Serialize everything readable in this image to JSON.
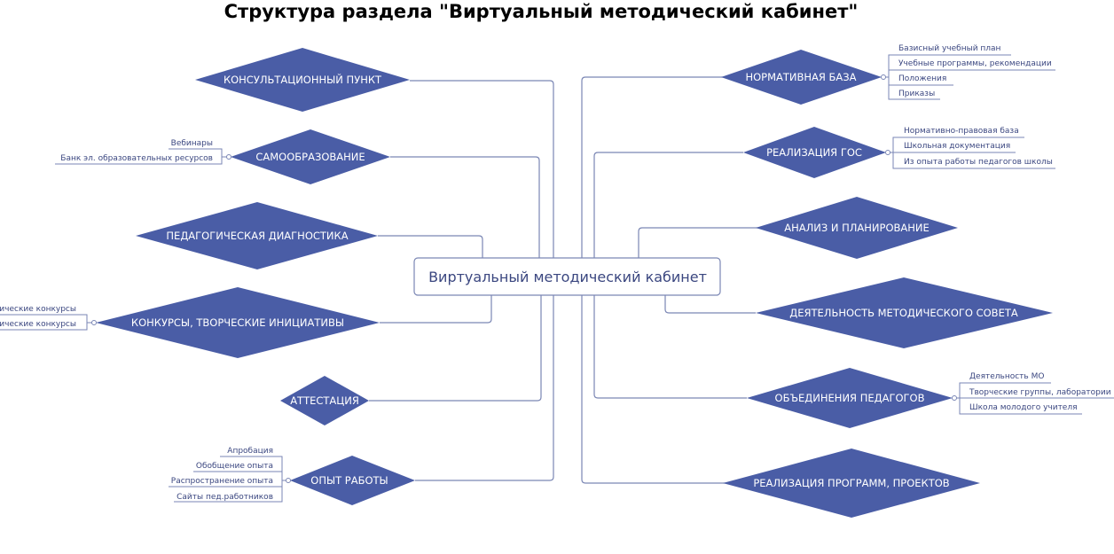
{
  "title": "Структура раздела \"Виртуальный методический кабинет\"",
  "center": "Виртуальный методический кабинет",
  "left_nodes": [
    {
      "label": "КОНСУЛЬТАЦИОННЫЙ ПУНКТ",
      "subs": []
    },
    {
      "label": "САМООБРАЗОВАНИЕ",
      "subs": [
        "Вебинары",
        "Банк эл. образовательных ресурсов"
      ]
    },
    {
      "label": "ПЕДАГОГИЧЕСКАЯ ДИАГНОСТИКА",
      "subs": []
    },
    {
      "label": "КОНКУРСЫ, ТВОРЧЕСКИЕ ИНИЦИАТИВЫ",
      "subs": [
        "ические конкурсы",
        "ические конкурсы"
      ]
    },
    {
      "label": "АТТЕСТАЦИЯ",
      "subs": []
    },
    {
      "label": "ОПЫТ РАБОТЫ",
      "subs": [
        "Апробация",
        "Обобщение опыта",
        "Распространение опыта",
        "Сайты пед.работников"
      ]
    }
  ],
  "right_nodes": [
    {
      "label": "НОРМАТИВНАЯ БАЗА",
      "subs": [
        "Базисный учебный план",
        "Учебные программы, рекомендации",
        "Положения",
        "Приказы"
      ]
    },
    {
      "label": "РЕАЛИЗАЦИЯ ГОС",
      "subs": [
        "Нормативно-правовая база",
        "Школьная документация",
        "Из опыта работы педагогов школы"
      ]
    },
    {
      "label": "АНАЛИЗ И ПЛАНИРОВАНИЕ",
      "subs": []
    },
    {
      "label": "ДЕЯТЕЛЬНОСТЬ МЕТОДИЧЕСКОГО СОВЕТА",
      "subs": []
    },
    {
      "label": "ОБЪЕДИНЕНИЯ ПЕДАГОГОВ",
      "subs": [
        "Деятельность МО",
        "Творческие группы, лаборатории",
        "Школа молодого учителя"
      ]
    },
    {
      "label": "РЕАЛИЗАЦИЯ ПРОГРАММ, ПРОЕКТОВ",
      "subs": []
    }
  ]
}
